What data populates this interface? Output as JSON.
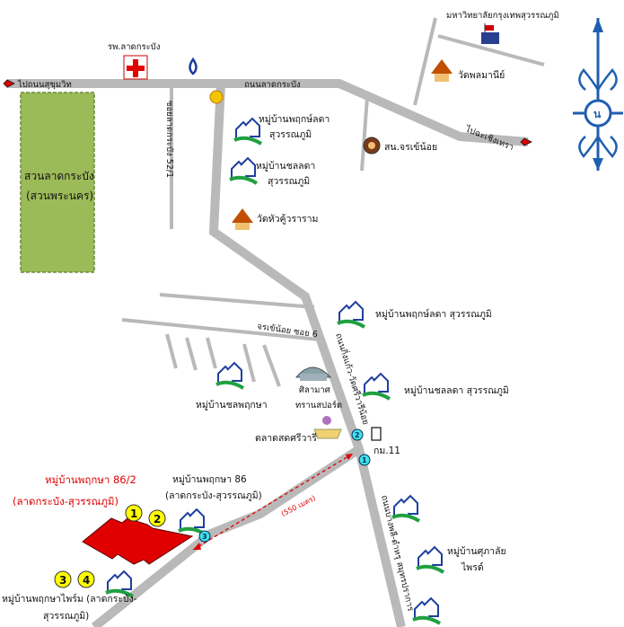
{
  "hospital_label": "รพ.ลาดกระบัง",
  "university_label": "มหาวิทยาลัยกรุงเทพสุวรรณภูมิ",
  "to_sukhumvit": "ไปถนนสุขุมวิท",
  "road_latkrabang": "ถนนลาดกระบัง",
  "to_chachoengsao": "ไปฉะเชิงเทรา",
  "soi_label": "ซอยลาดกระบัง 52/1",
  "park": {
    "line1": "สวนลาดกระบัง",
    "line2": "(สวนพระนคร)"
  },
  "wat_phonlamanee": "วัดพลมานีย์",
  "police_station": "สน.จรเข้น้อย",
  "village_1": {
    "line1": "หมู่บ้านพฤกษ์ลดา",
    "line2": "สุวรรณภูมิ"
  },
  "village_2": {
    "line1": "หมู่บ้านชลลดา",
    "line2": "สุวรรณภูมิ"
  },
  "wat_huakhu": "วัดหัวคู้วราราม",
  "village_3": "หมู่บ้านพฤกษ์ลดา สุวรรณภูมิ",
  "soi_jorakhe": "จรเข้น้อย ซอย 6",
  "road_kingkaew": "ถนนกิ่งแก้ว-วัดศรีวารีน้อย",
  "village_chonpruksa": "หมู่บ้านชลพฤกษา",
  "silamas": {
    "line1": "ศิลามาศ",
    "line2": "ทรานสปอร์ต"
  },
  "village_chonlada": "หมู่บ้านชลลดา สุวรรณภูมิ",
  "market": "ตลาดสดศรีวารี",
  "km_label": "กม.11",
  "target": {
    "line1": "หมู่บ้านพฤกษา 86/2",
    "line2": "(ลาดกระบัง-สุวรรณภูมิ)"
  },
  "village_86": {
    "line1": "หมู่บ้านพฤกษา 86",
    "line2": "(ลาดกระบัง-สุวรรณภูมิ)"
  },
  "distance": "(550 เมตร)",
  "road_bangna": "ถนนบางพลี-ตำหรุ สมุทรปราการ",
  "village_sukalai": {
    "line1": "หมู่บ้านศุภาลัย",
    "line2": "ไพรด์"
  },
  "village_prime": {
    "line1": "หมู่บ้านพฤกษาไพร์ม (ลาดกระบัง-",
    "line2": "สุวรรณภูมิ)"
  },
  "markers": {
    "m1": "1",
    "m2": "2",
    "m3": "3",
    "m4": "4"
  },
  "circles": {
    "c1": "1",
    "c2": "2",
    "c3": "3"
  },
  "compass_letter": "น",
  "colors": {
    "road": "#b9b9b9",
    "park_fill": "#9bbb59",
    "target_fill": "#e00000",
    "marker_fill": "#ffff00",
    "compass": "#1f5fb0"
  }
}
